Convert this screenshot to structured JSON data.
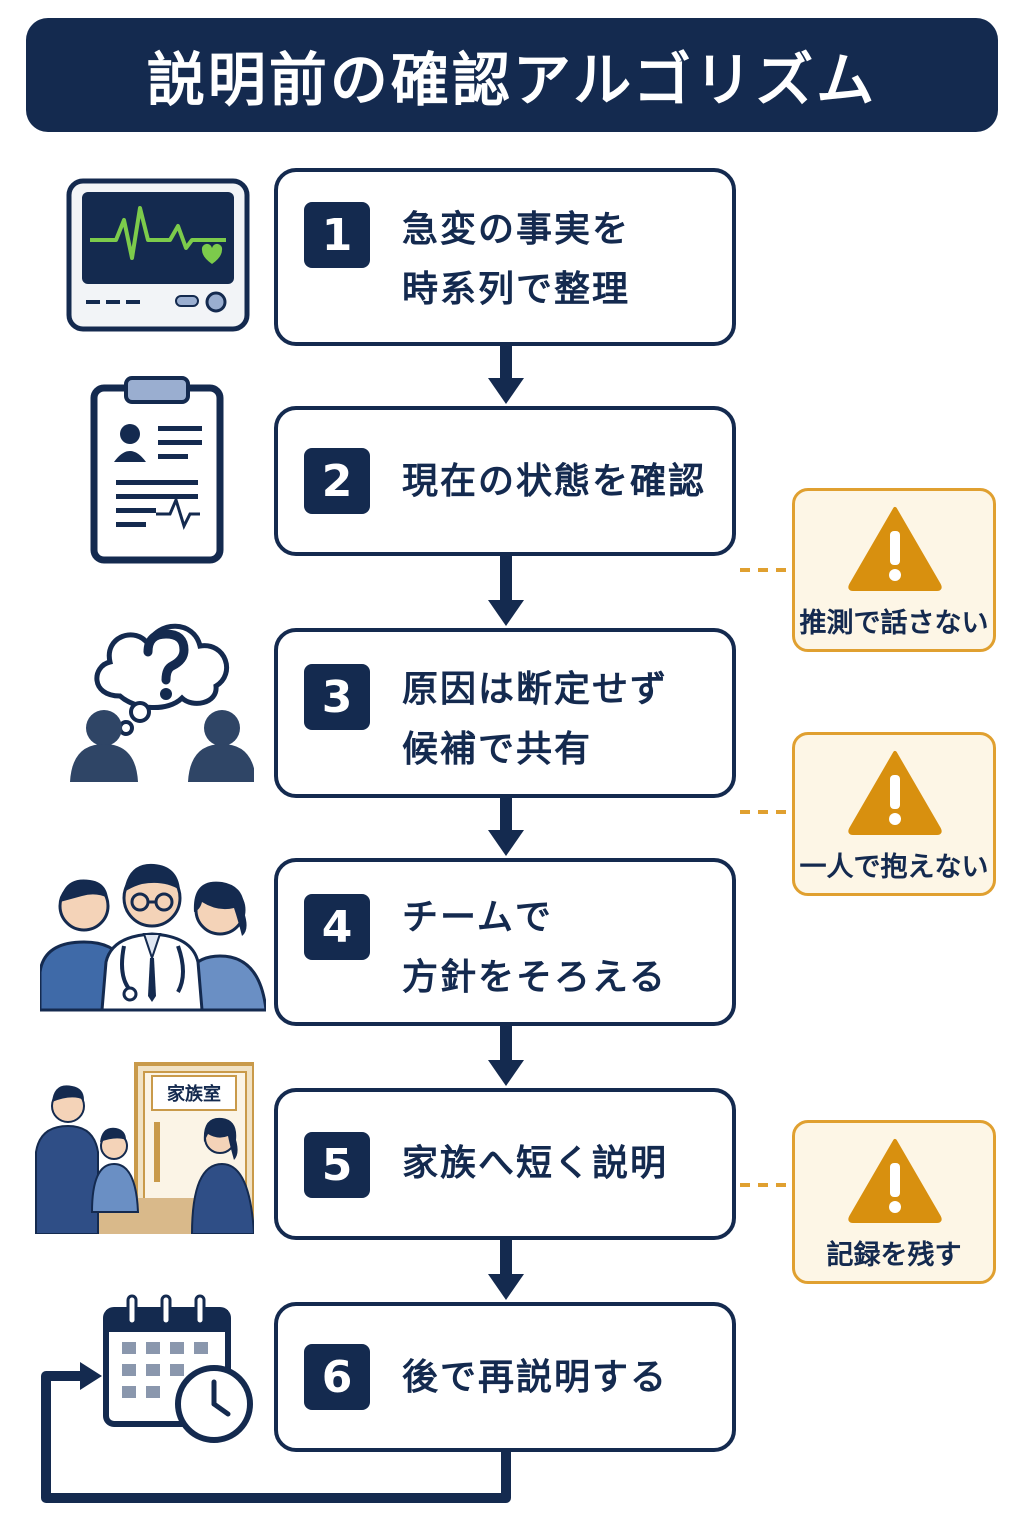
{
  "title": "説明前の確認アルゴリズム",
  "steps": [
    {
      "number": "1",
      "lines": [
        "急変の事実を",
        "時系列で整理"
      ],
      "icon": "heart-monitor-icon"
    },
    {
      "number": "2",
      "lines": [
        "現在の状態を確認"
      ],
      "icon": "clipboard-chart-icon"
    },
    {
      "number": "3",
      "lines": [
        "原因は断定せず",
        "候補で共有"
      ],
      "icon": "thinking-people-icon"
    },
    {
      "number": "4",
      "lines": [
        "チームで",
        "方針をそろえる"
      ],
      "icon": "medical-team-icon"
    },
    {
      "number": "5",
      "lines": [
        "家族へ短く説明"
      ],
      "icon": "family-room-icon"
    },
    {
      "number": "6",
      "lines": [
        "後で再説明する"
      ],
      "icon": "calendar-clock-icon"
    }
  ],
  "family_room_sign": "家族室",
  "warnings": [
    {
      "label": "推測で話さない",
      "icon": "warning-icon"
    },
    {
      "label": "一人で抱えない",
      "icon": "warning-icon"
    },
    {
      "label": "記録を残す",
      "icon": "warning-icon"
    }
  ],
  "colors": {
    "navy": "#142a4f",
    "warning_border": "#e0a030",
    "warning_fill": "#fdf6e6",
    "warning_icon": "#d8900f",
    "monitor_wave": "#7ccb4b",
    "accent_blue": "#3f6aa8"
  }
}
